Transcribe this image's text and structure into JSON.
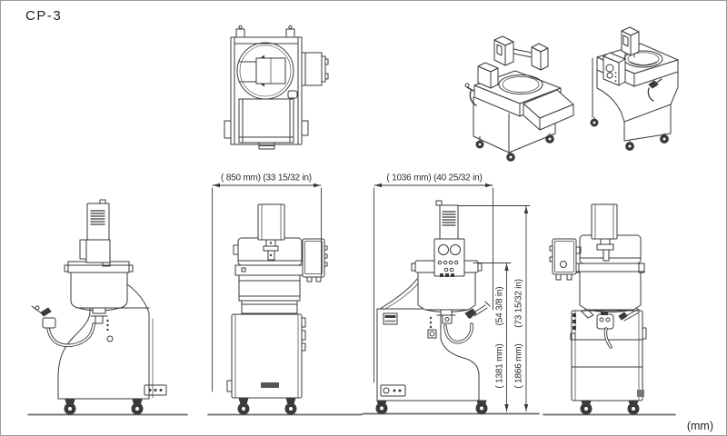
{
  "page": {
    "title": "CP-3",
    "unit_note": "(mm)"
  },
  "colors": {
    "background": "#ffffff",
    "line": "#3a3a3a",
    "ground": "#6a6a6a",
    "border": "#9b9b9b"
  },
  "dimensions": {
    "front_width": "( 850 mm) (33 15/32 in)",
    "side_width": "( 1036 mm)  (40 25/32 in)",
    "pot_height_mm": "( 1381 mm)",
    "pot_height_in": "(54 3/8 in)",
    "overall_height_mm": "( 1866 mm)",
    "overall_height_in": "(73 15/32 in)"
  }
}
